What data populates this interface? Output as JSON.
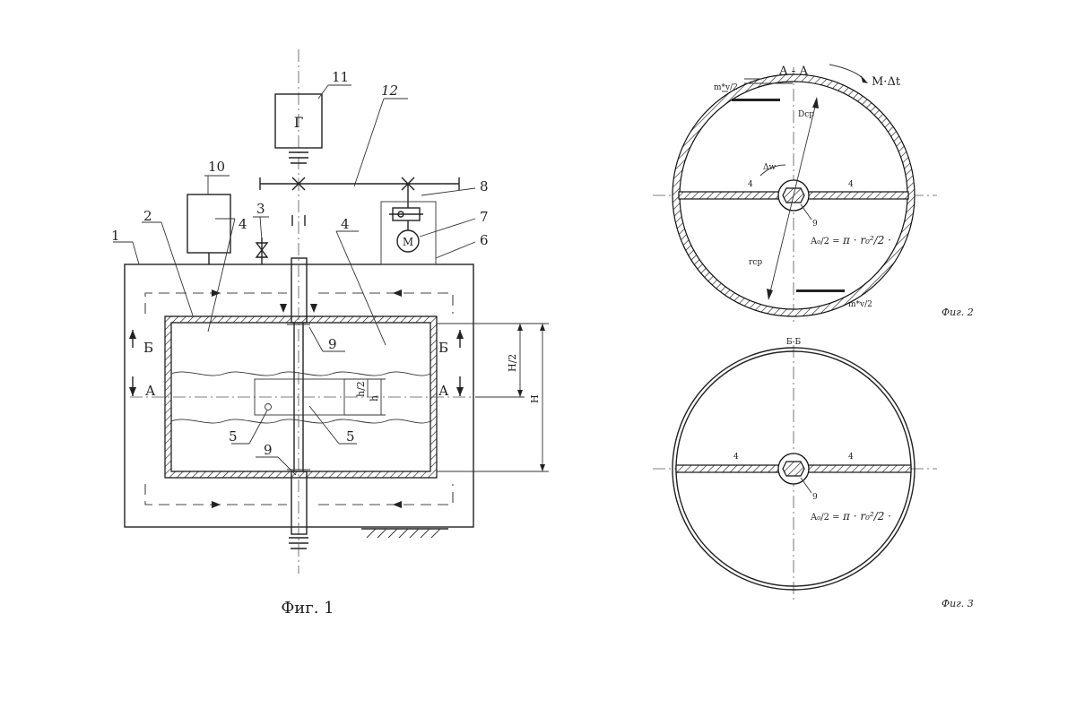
{
  "fig1": {
    "caption": "Фиг. 1",
    "generator_label": "Г",
    "motor_label": "М",
    "numbers": {
      "n1": "1",
      "n2": "2",
      "n3": "3",
      "n4a": "4",
      "n4b": "4",
      "n5a": "5",
      "n5b": "5",
      "n6": "6",
      "n7": "7",
      "n8": "8",
      "n9a": "9",
      "n9b": "9",
      "n10": "10",
      "n11": "11",
      "n12": "12"
    },
    "section_left_top": "Б",
    "section_left_bottom": "А",
    "section_right_top": "Б",
    "section_right_bottom": "А",
    "dim_h2": "h/2",
    "dim_h": "h",
    "dim_H2": "H/2",
    "dim_H": "H"
  },
  "fig2": {
    "caption": "Фиг. 2",
    "section_title": "А - А",
    "moment": "M·Δt",
    "momentum_top": "m*v/2",
    "momentum_bottom": "m*v/2",
    "d_label": "Dcp",
    "r_label": "rcp",
    "omega_label": "Δw",
    "label_4a": "4",
    "label_4b": "4",
    "label_9": "9",
    "formula_lhs": "A₀/2 =",
    "formula_rhs": "π · r₀²/2 ·"
  },
  "fig3": {
    "caption": "Фиг. 3",
    "section_title": "Б-Б",
    "label_4a": "4",
    "label_4b": "4",
    "label_9": "9",
    "formula_lhs": "A₀/2 =",
    "formula_rhs": "π · r₀²/2 ·"
  }
}
